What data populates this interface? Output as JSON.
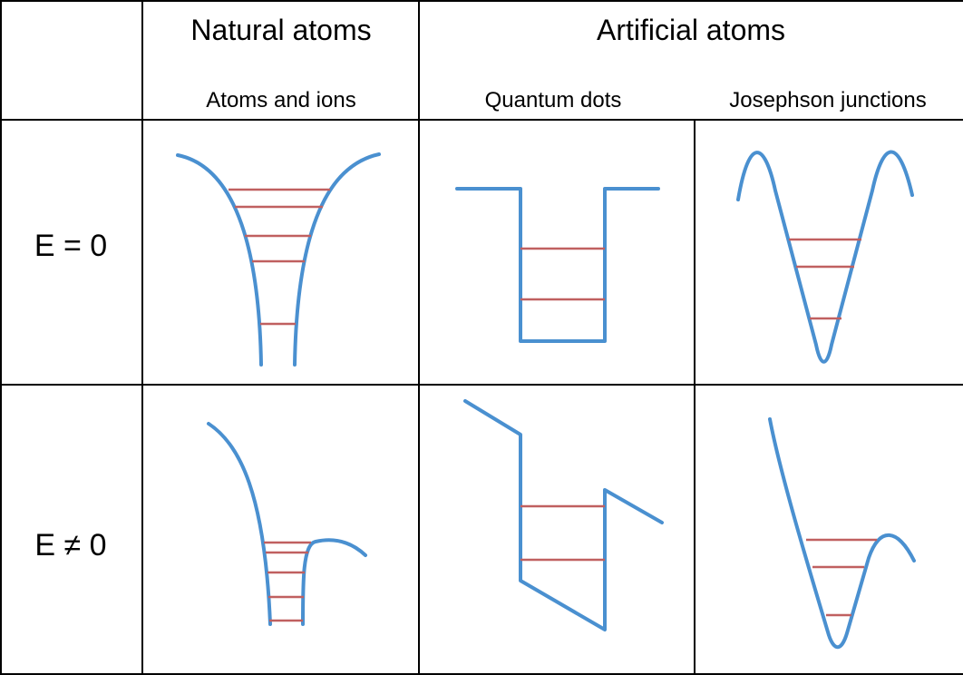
{
  "headers": {
    "natural": "Natural atoms",
    "artificial": "Artificial atoms",
    "atoms_ions": "Atoms and ions",
    "quantum_dots": "Quantum dots",
    "josephson": "Josephson junctions"
  },
  "rows": {
    "e_zero": "E = 0",
    "e_nonzero": "E ≠ 0"
  },
  "colors": {
    "potential": "#4a90d0",
    "level": "#c06060",
    "grid": "#000000"
  }
}
